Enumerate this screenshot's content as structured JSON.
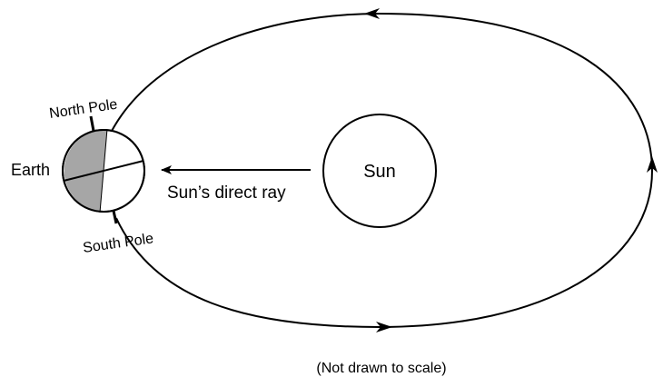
{
  "labels": {
    "sun": "Sun",
    "earth": "Earth",
    "north_pole": "North Pole",
    "south_pole": "South Pole",
    "direct_ray": "Sun’s direct ray",
    "note": "(Not drawn to scale)"
  },
  "colors": {
    "stroke": "#000000",
    "night_side": "#a6a6a6",
    "day_side": "#ffffff",
    "background": "#ffffff"
  }
}
